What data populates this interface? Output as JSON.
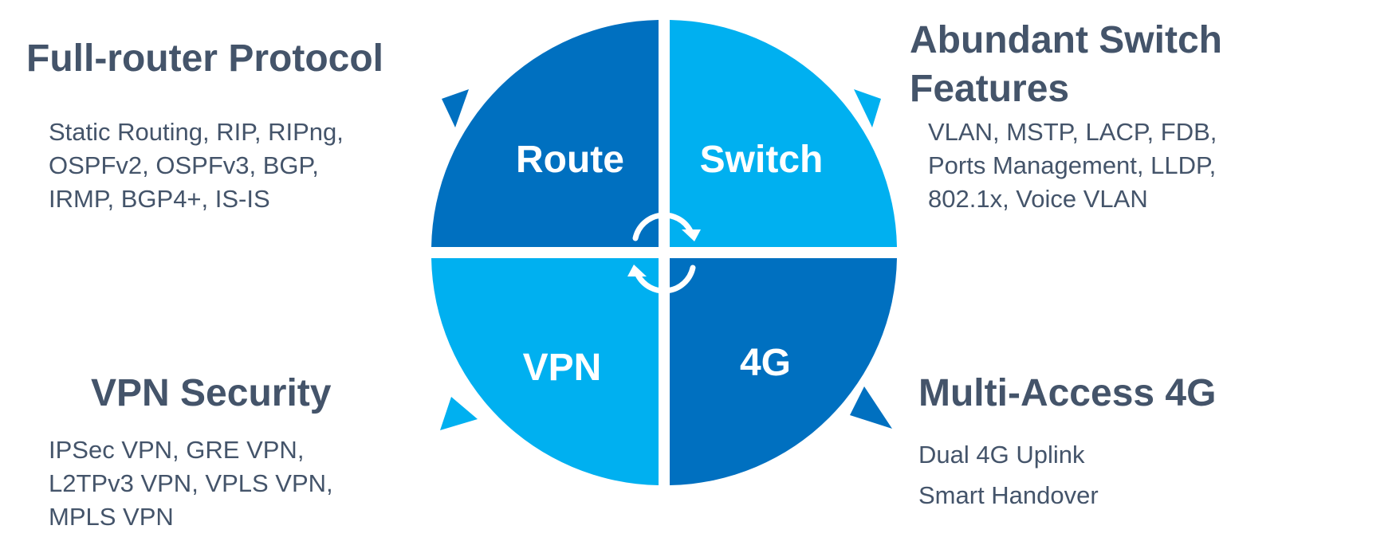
{
  "quadrants": {
    "route": {
      "label": "Route",
      "color": "#0070c0"
    },
    "switch": {
      "label": "Switch",
      "color": "#00b0f0"
    },
    "vpn": {
      "label": "VPN",
      "color": "#00b0f0"
    },
    "fourg": {
      "label": "4G",
      "color": "#0070c0"
    }
  },
  "features": {
    "top_left": {
      "title": "Full-router Protocol",
      "lines": [
        "Static Routing,  RIP,  RIPng,",
        "OSPFv2,  OSPFv3,  BGP,",
        "IRMP, BGP4+,  IS-IS"
      ]
    },
    "top_right": {
      "title_lines": [
        "Abundant Switch",
        "Features"
      ],
      "lines": [
        "VLAN,  MSTP,  LACP,  FDB,",
        "Ports Management,  LLDP,",
        "802.1x,  Voice VLAN"
      ]
    },
    "bottom_left": {
      "title": "VPN Security",
      "lines": [
        "IPSec VPN,  GRE VPN,",
        "L2TPv3 VPN, VPLS VPN,",
        "MPLS VPN"
      ]
    },
    "bottom_right": {
      "title": "Multi-Access 4G",
      "lines": [
        "Dual 4G Uplink",
        "Smart Handover"
      ]
    }
  },
  "colors": {
    "text": "#44546a",
    "dark_blue": "#0070c0",
    "light_blue": "#00b0f0",
    "center_arrows": "#ffffff"
  },
  "icons": {
    "center": "rotate-arrows-icon",
    "corner": "triangle-pointer-icon"
  }
}
